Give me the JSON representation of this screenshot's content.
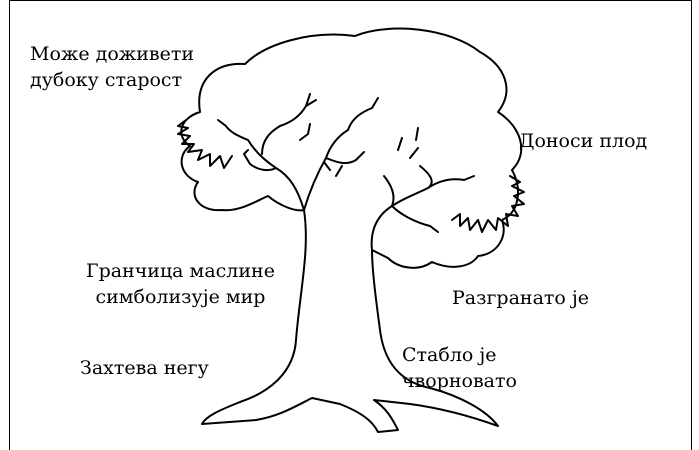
{
  "labels": {
    "old_age": [
      "Може доживети",
      "дубоку старост"
    ],
    "fruit": "Доноси плод",
    "olive": [
      "Гранчица маслине",
      "симболизује мир"
    ],
    "branched": "Разгранато је",
    "care": "Захтева негу",
    "gnarled": [
      "Стабло је",
      "чворновато"
    ]
  },
  "colors": {
    "stroke": "#000000",
    "background": "#ffffff"
  }
}
